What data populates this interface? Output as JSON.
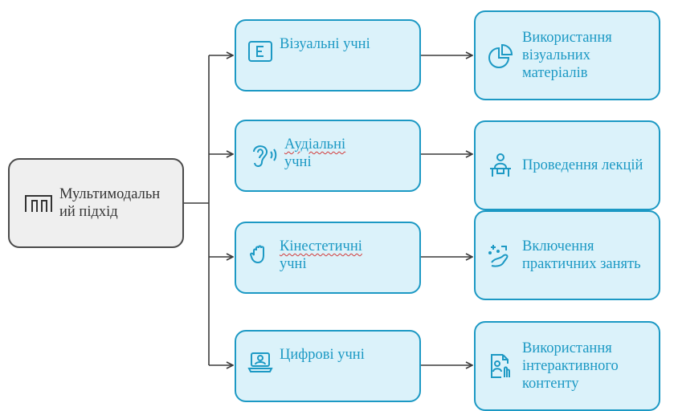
{
  "root": {
    "label": "Мультимодальний підхід",
    "icon": "comb-icon"
  },
  "branches": [
    {
      "learner": "Візуальні учні",
      "learner_icon": "letter-e-icon",
      "method": "Використання візуальних матеріалів",
      "method_icon": "pie-chart-icon"
    },
    {
      "learner": "Аудіальні учні",
      "learner_icon": "ear-icon",
      "method": "Проведення лекцій",
      "method_icon": "lecturer-icon"
    },
    {
      "learner": "Кінестетичні учні",
      "learner_icon": "hand-icon",
      "method": "Включення практичних занять",
      "method_icon": "sparkle-hand-icon"
    },
    {
      "learner": "Цифрові учні",
      "learner_icon": "laptop-user-icon",
      "method": "Використання інтерактивного контенту",
      "method_icon": "interactive-content-icon"
    }
  ],
  "colors": {
    "accent": "#1c99c4",
    "node_fill": "#dbf2fa",
    "root_fill": "#efefef",
    "root_border": "#4a4a4a",
    "connector": "#3a3a3a"
  }
}
